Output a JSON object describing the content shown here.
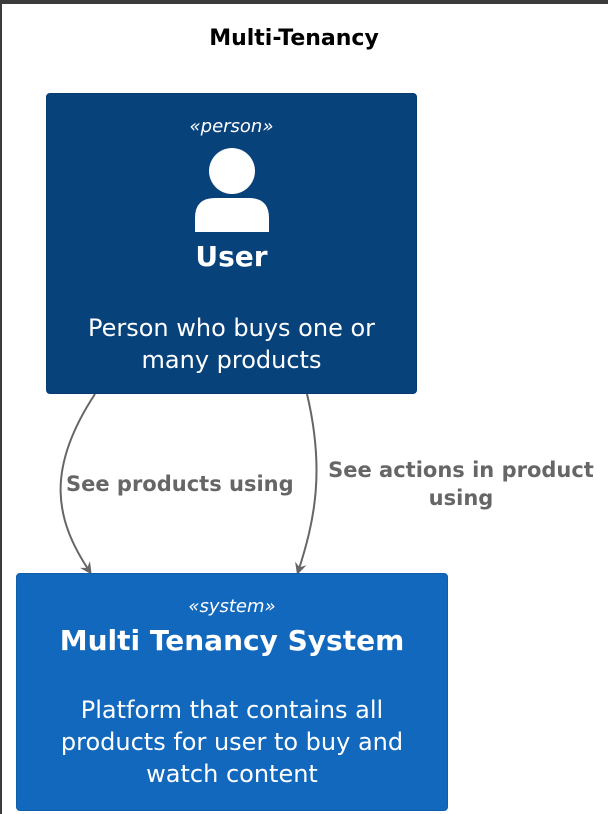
{
  "diagram": {
    "title": "Multi-Tenancy",
    "person": {
      "stereotype": "«person»",
      "name": "User",
      "description": "Person who buys one or\nmany products"
    },
    "system": {
      "stereotype": "«system»",
      "name": "Multi Tenancy System",
      "description": "Platform that contains all\nproducts for user to buy and\nwatch content"
    },
    "relations": [
      {
        "label": "See products using"
      },
      {
        "label": "See actions in product\nusing"
      }
    ],
    "colors": {
      "person_fill": "#08427b",
      "system_fill": "#1168bd",
      "edge": "#666666"
    },
    "icons": {
      "person": "person-icon"
    }
  }
}
